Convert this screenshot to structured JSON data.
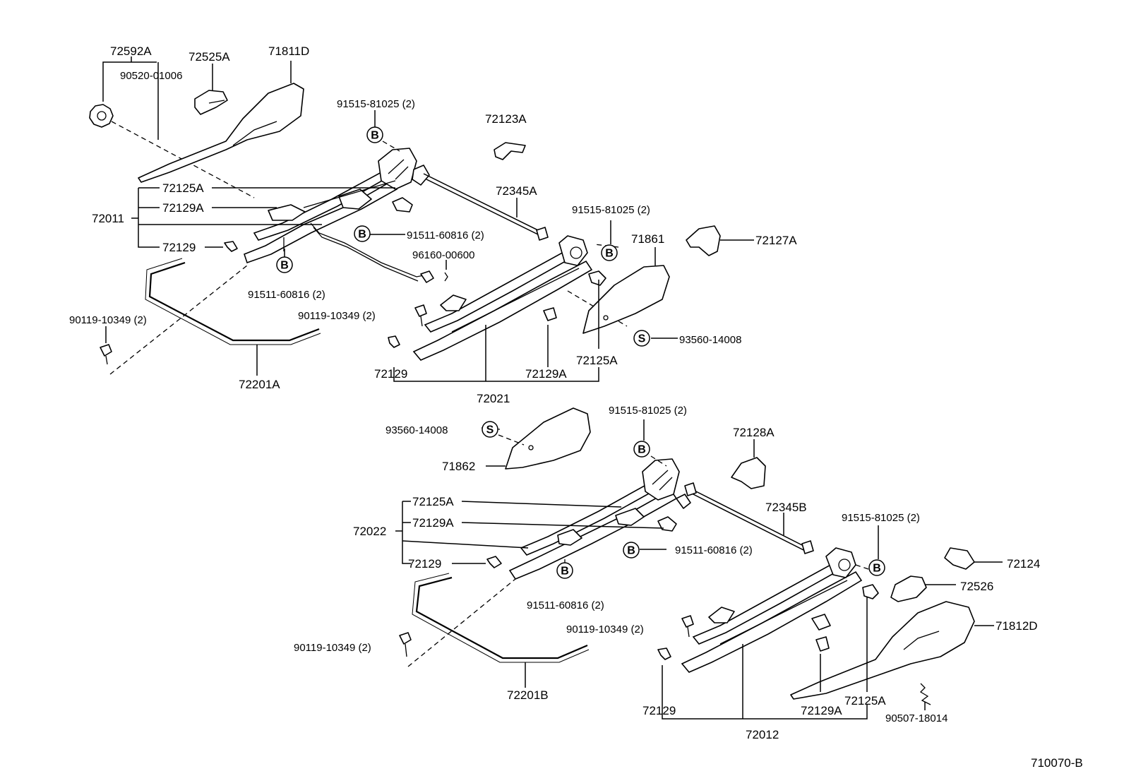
{
  "labels": {
    "p72592A": "72592A",
    "p90520": "90520-01006",
    "p72525A": "72525A",
    "p71811D": "71811D",
    "p91515_a": "91515-81025 (2)",
    "p72123A": "72123A",
    "p72125A_a": "72125A",
    "p72129A_a": "72129A",
    "p72011": "72011",
    "p72129_a": "72129",
    "p72345A": "72345A",
    "p91511_a": "91511-60816 (2)",
    "p96160": "96160-00600",
    "p91515_b": "91515-81025 (2)",
    "p71861": "71861",
    "p72127A": "72127A",
    "p91511_b": "91511-60816 (2)",
    "p90119_a": "90119-10349 (2)",
    "p90119_b": "90119-10349 (2)",
    "p93560_a": "93560-14008",
    "p72125A_b": "72125A",
    "p72129_b": "72129",
    "p72129A_b": "72129A",
    "p72201A": "72201A",
    "p72021": "72021",
    "p93560_b": "93560-14008",
    "p91515_c": "91515-81025 (2)",
    "p72128A": "72128A",
    "p71862": "71862",
    "p72125A_c": "72125A",
    "p72022": "72022",
    "p72129A_c": "72129A",
    "p72345B": "72345B",
    "p91515_d": "91515-81025 (2)",
    "p91511_c": "91511-60816 (2)",
    "p72129_c": "72129",
    "p72124": "72124",
    "p72526": "72526",
    "p91511_d": "91511-60816 (2)",
    "p71812D": "71812D",
    "p90119_c": "90119-10349 (2)",
    "p90119_d": "90119-10349 (2)",
    "p72201B": "72201B",
    "p72129_d": "72129",
    "p72129A_d": "72129A",
    "p72125A_d": "72125A",
    "p90507": "90507-18014",
    "p72012": "72012",
    "figure_code": "710070-B"
  },
  "callouts": {
    "bolt": "B",
    "screw": "S"
  }
}
